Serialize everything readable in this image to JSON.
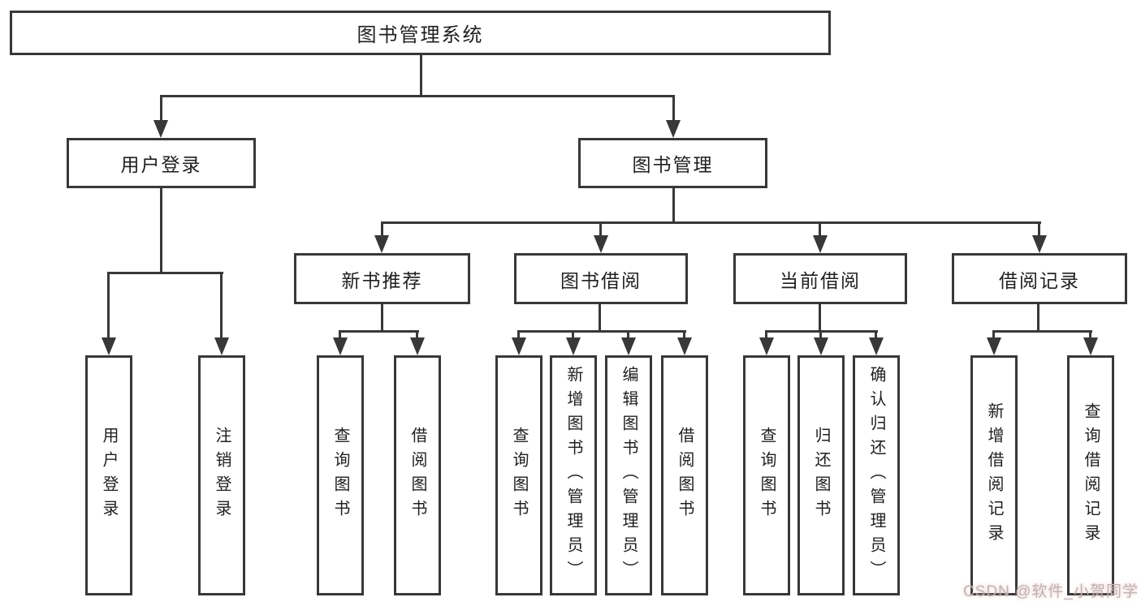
{
  "diagram": {
    "tree": {
      "label": "图书管理系统",
      "children": [
        {
          "label": "用户登录",
          "children": [
            {
              "label": "用户登录"
            },
            {
              "label": "注销登录"
            }
          ]
        },
        {
          "label": "图书管理",
          "children": [
            {
              "label": "新书推荐",
              "children": [
                {
                  "label": "查询图书"
                },
                {
                  "label": "借阅图书"
                }
              ]
            },
            {
              "label": "图书借阅",
              "children": [
                {
                  "label": "查询图书"
                },
                {
                  "label": "新增图书（管理员）"
                },
                {
                  "label": "编辑图书（管理员）"
                },
                {
                  "label": "借阅图书"
                }
              ]
            },
            {
              "label": "当前借阅",
              "children": [
                {
                  "label": "查询图书"
                },
                {
                  "label": "归还图书"
                },
                {
                  "label": "确认归还（管理员）"
                }
              ]
            },
            {
              "label": "借阅记录",
              "children": [
                {
                  "label": "新增借阅记录"
                },
                {
                  "label": "查询借阅记录"
                }
              ]
            }
          ]
        }
      ]
    }
  },
  "watermark": {
    "text": "CSDN @软件_小贺同学"
  },
  "colors": {
    "line": "#383838",
    "box_border": "#383838",
    "text": "#1f1f1f",
    "background": "#ffffff",
    "watermark": "#bcb4b4"
  }
}
